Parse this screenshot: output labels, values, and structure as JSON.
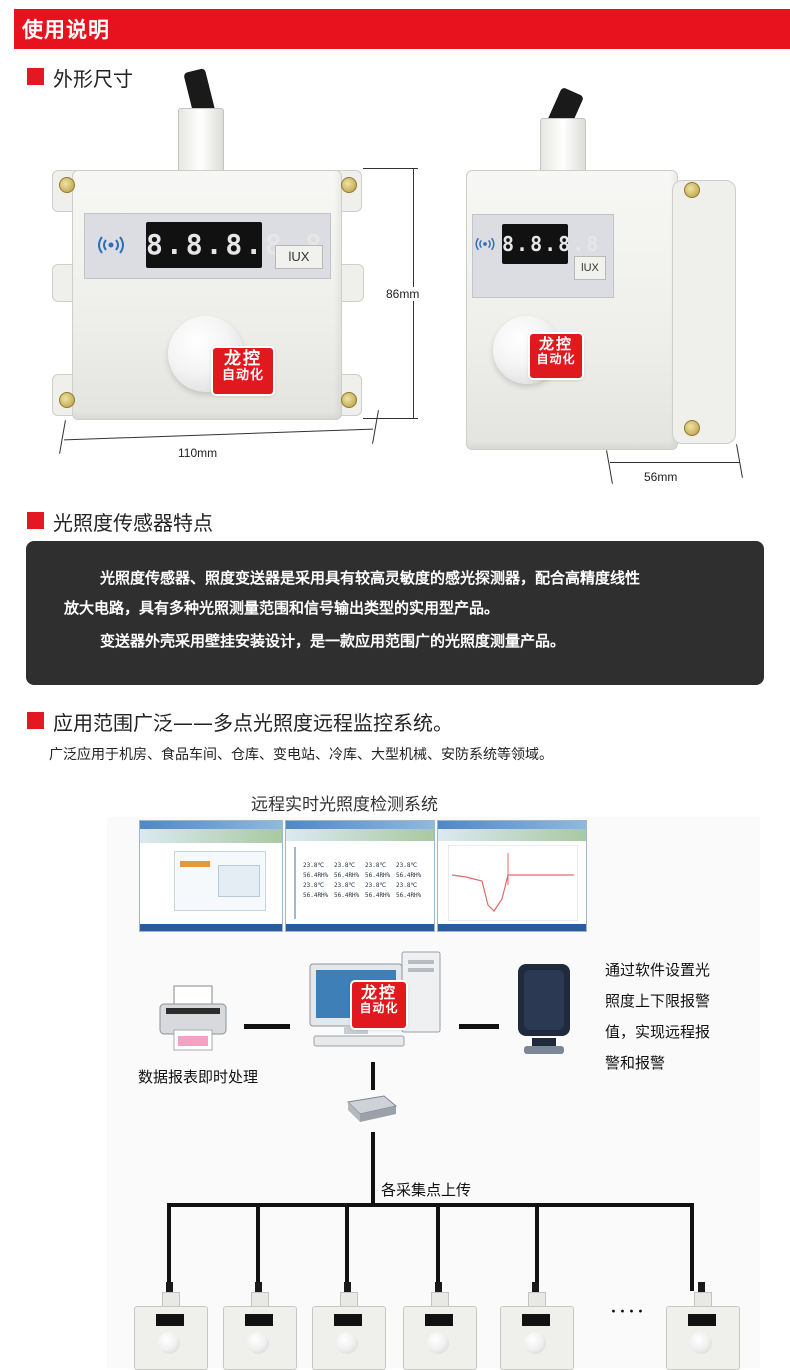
{
  "header": {
    "title": "使用说明"
  },
  "section_shape": {
    "title": "外形尺寸"
  },
  "device": {
    "unit_label": "lUX",
    "lcd_front": "8.8.8.8.8",
    "lcd_side": "8.8.8.8",
    "dim_height": "86mm",
    "dim_width": "110mm",
    "dim_depth": "56mm"
  },
  "stamp": {
    "line1": "龙控",
    "line2": "自动化"
  },
  "section_features": {
    "title": "光照度传感器特点",
    "lines": [
      "光照度传感器、照度变送器是采用具有较高灵敏度的感光探测器，配合高精度线性",
      "放大电路，具有多种光照测量范围和信号输出类型的实用型产品。",
      "变送器外壳采用壁挂安装设计，是一款应用范围广的光照度测量产品。"
    ]
  },
  "section_application": {
    "title": "应用范围广泛——多点光照度远程监控系统。",
    "description": "广泛应用于机房、食品车间、仓库、变电站、冷库、大型机械、安防系统等领域。"
  },
  "diagram": {
    "title": "远程实时光照度检测系统",
    "report_label": "数据报表即时处理",
    "alarm_lines": [
      "通过软件设置光",
      "照度上下限报警",
      "值，实现远程报",
      "警和报警"
    ],
    "upload_label": "各采集点上传",
    "ellipsis": "····",
    "screenshot_readings": [
      "23.8℃",
      "23.8℃",
      "23.8℃",
      "23.8℃",
      "56.4RH%",
      "56.4RH%",
      "56.4RH%",
      "56.4RH%",
      "23.8℃",
      "23.8℃",
      "23.8℃",
      "23.8℃",
      "56.4RH%",
      "56.4RH%",
      "56.4RH%",
      "56.4RH%"
    ]
  },
  "colors": {
    "accent_red": "#e8111e",
    "feature_box": "#2f2f2f"
  }
}
